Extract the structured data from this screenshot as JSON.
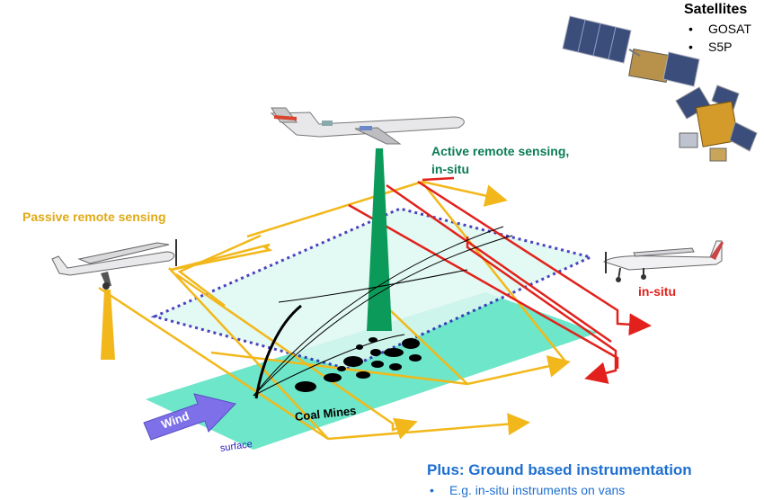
{
  "satellites": {
    "title": "Satellites",
    "items": [
      "GOSAT",
      "S5P"
    ],
    "bullet": "•"
  },
  "labels": {
    "passive": "Passive remote sensing",
    "active_line1": "Active remote sensing,",
    "active_line2": "in-situ",
    "insitu": "in-situ",
    "coal_mines": "Coal Mines",
    "surface": "surface",
    "wind": "Wind"
  },
  "ground": {
    "title": "Plus: Ground based instrumentation",
    "item": "E.g. in-situ instruments on vans",
    "bullet": "•"
  },
  "colors": {
    "passive": "#f2b81b",
    "active": "#0b9a5a",
    "insitu": "#e2211c",
    "surface": "#5de3c3",
    "plume_layer": "#d9f7ef",
    "dotted": "#2b21b5",
    "ground_text": "#1e6fd0",
    "wind_arrow": "#7d70e8"
  },
  "icons": [
    "satellite-icon",
    "aircraft-icon"
  ]
}
